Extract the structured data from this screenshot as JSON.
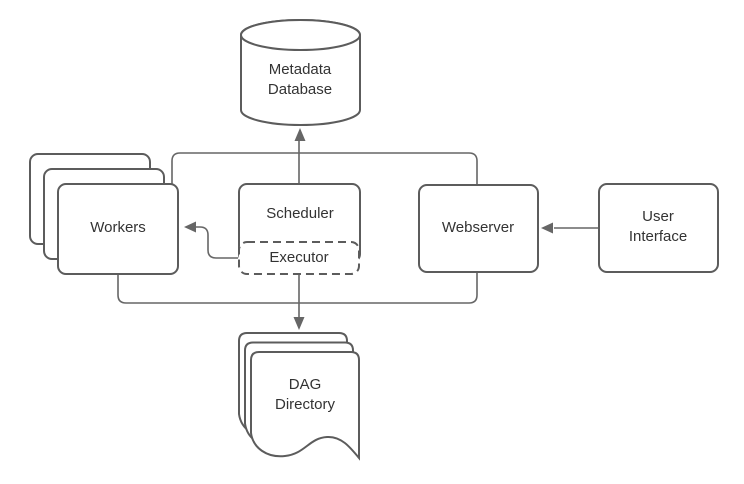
{
  "diagram": {
    "nodes": {
      "metadata_db": {
        "label": "Metadata\nDatabase",
        "shape": "cylinder"
      },
      "workers": {
        "label": "Workers",
        "shape": "stacked-rounded-rect"
      },
      "scheduler": {
        "label": "Scheduler",
        "shape": "rounded-rect"
      },
      "executor": {
        "label": "Executor",
        "shape": "dashed-rounded-rect"
      },
      "webserver": {
        "label": "Webserver",
        "shape": "rounded-rect"
      },
      "user_interface": {
        "label": "User\nInterface",
        "shape": "rounded-rect"
      },
      "dag_directory": {
        "label": "DAG\nDirectory",
        "shape": "stacked-document"
      }
    },
    "edges": [
      {
        "from": "workers+scheduler+webserver",
        "to": "metadata_db",
        "arrow": "to"
      },
      {
        "from": "executor",
        "to": "workers",
        "arrow": "to"
      },
      {
        "from": "user_interface",
        "to": "webserver",
        "arrow": "to"
      },
      {
        "from": "workers+executor+webserver",
        "to": "dag_directory",
        "arrow": "to"
      }
    ],
    "colors": {
      "shape_border": "#5c5c5c",
      "connector": "#666666",
      "text": "#333333",
      "fill": "#ffffff",
      "background": "#ffffff"
    }
  }
}
